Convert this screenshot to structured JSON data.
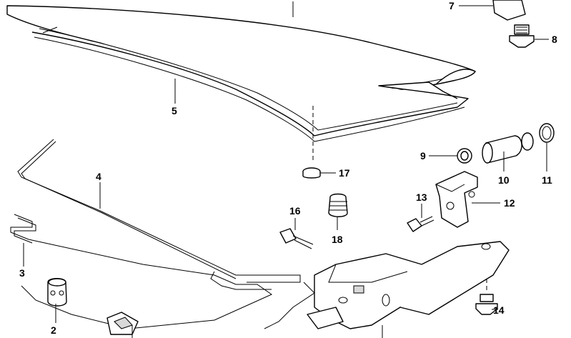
{
  "diagram": {
    "callouts": [
      {
        "number": "2"
      },
      {
        "number": "3"
      },
      {
        "number": "4"
      },
      {
        "number": "5"
      },
      {
        "number": "7"
      },
      {
        "number": "8"
      },
      {
        "number": "9"
      },
      {
        "number": "10"
      },
      {
        "number": "11"
      },
      {
        "number": "12"
      },
      {
        "number": "13"
      },
      {
        "number": "14"
      },
      {
        "number": "16"
      },
      {
        "number": "17"
      },
      {
        "number": "18"
      }
    ]
  }
}
